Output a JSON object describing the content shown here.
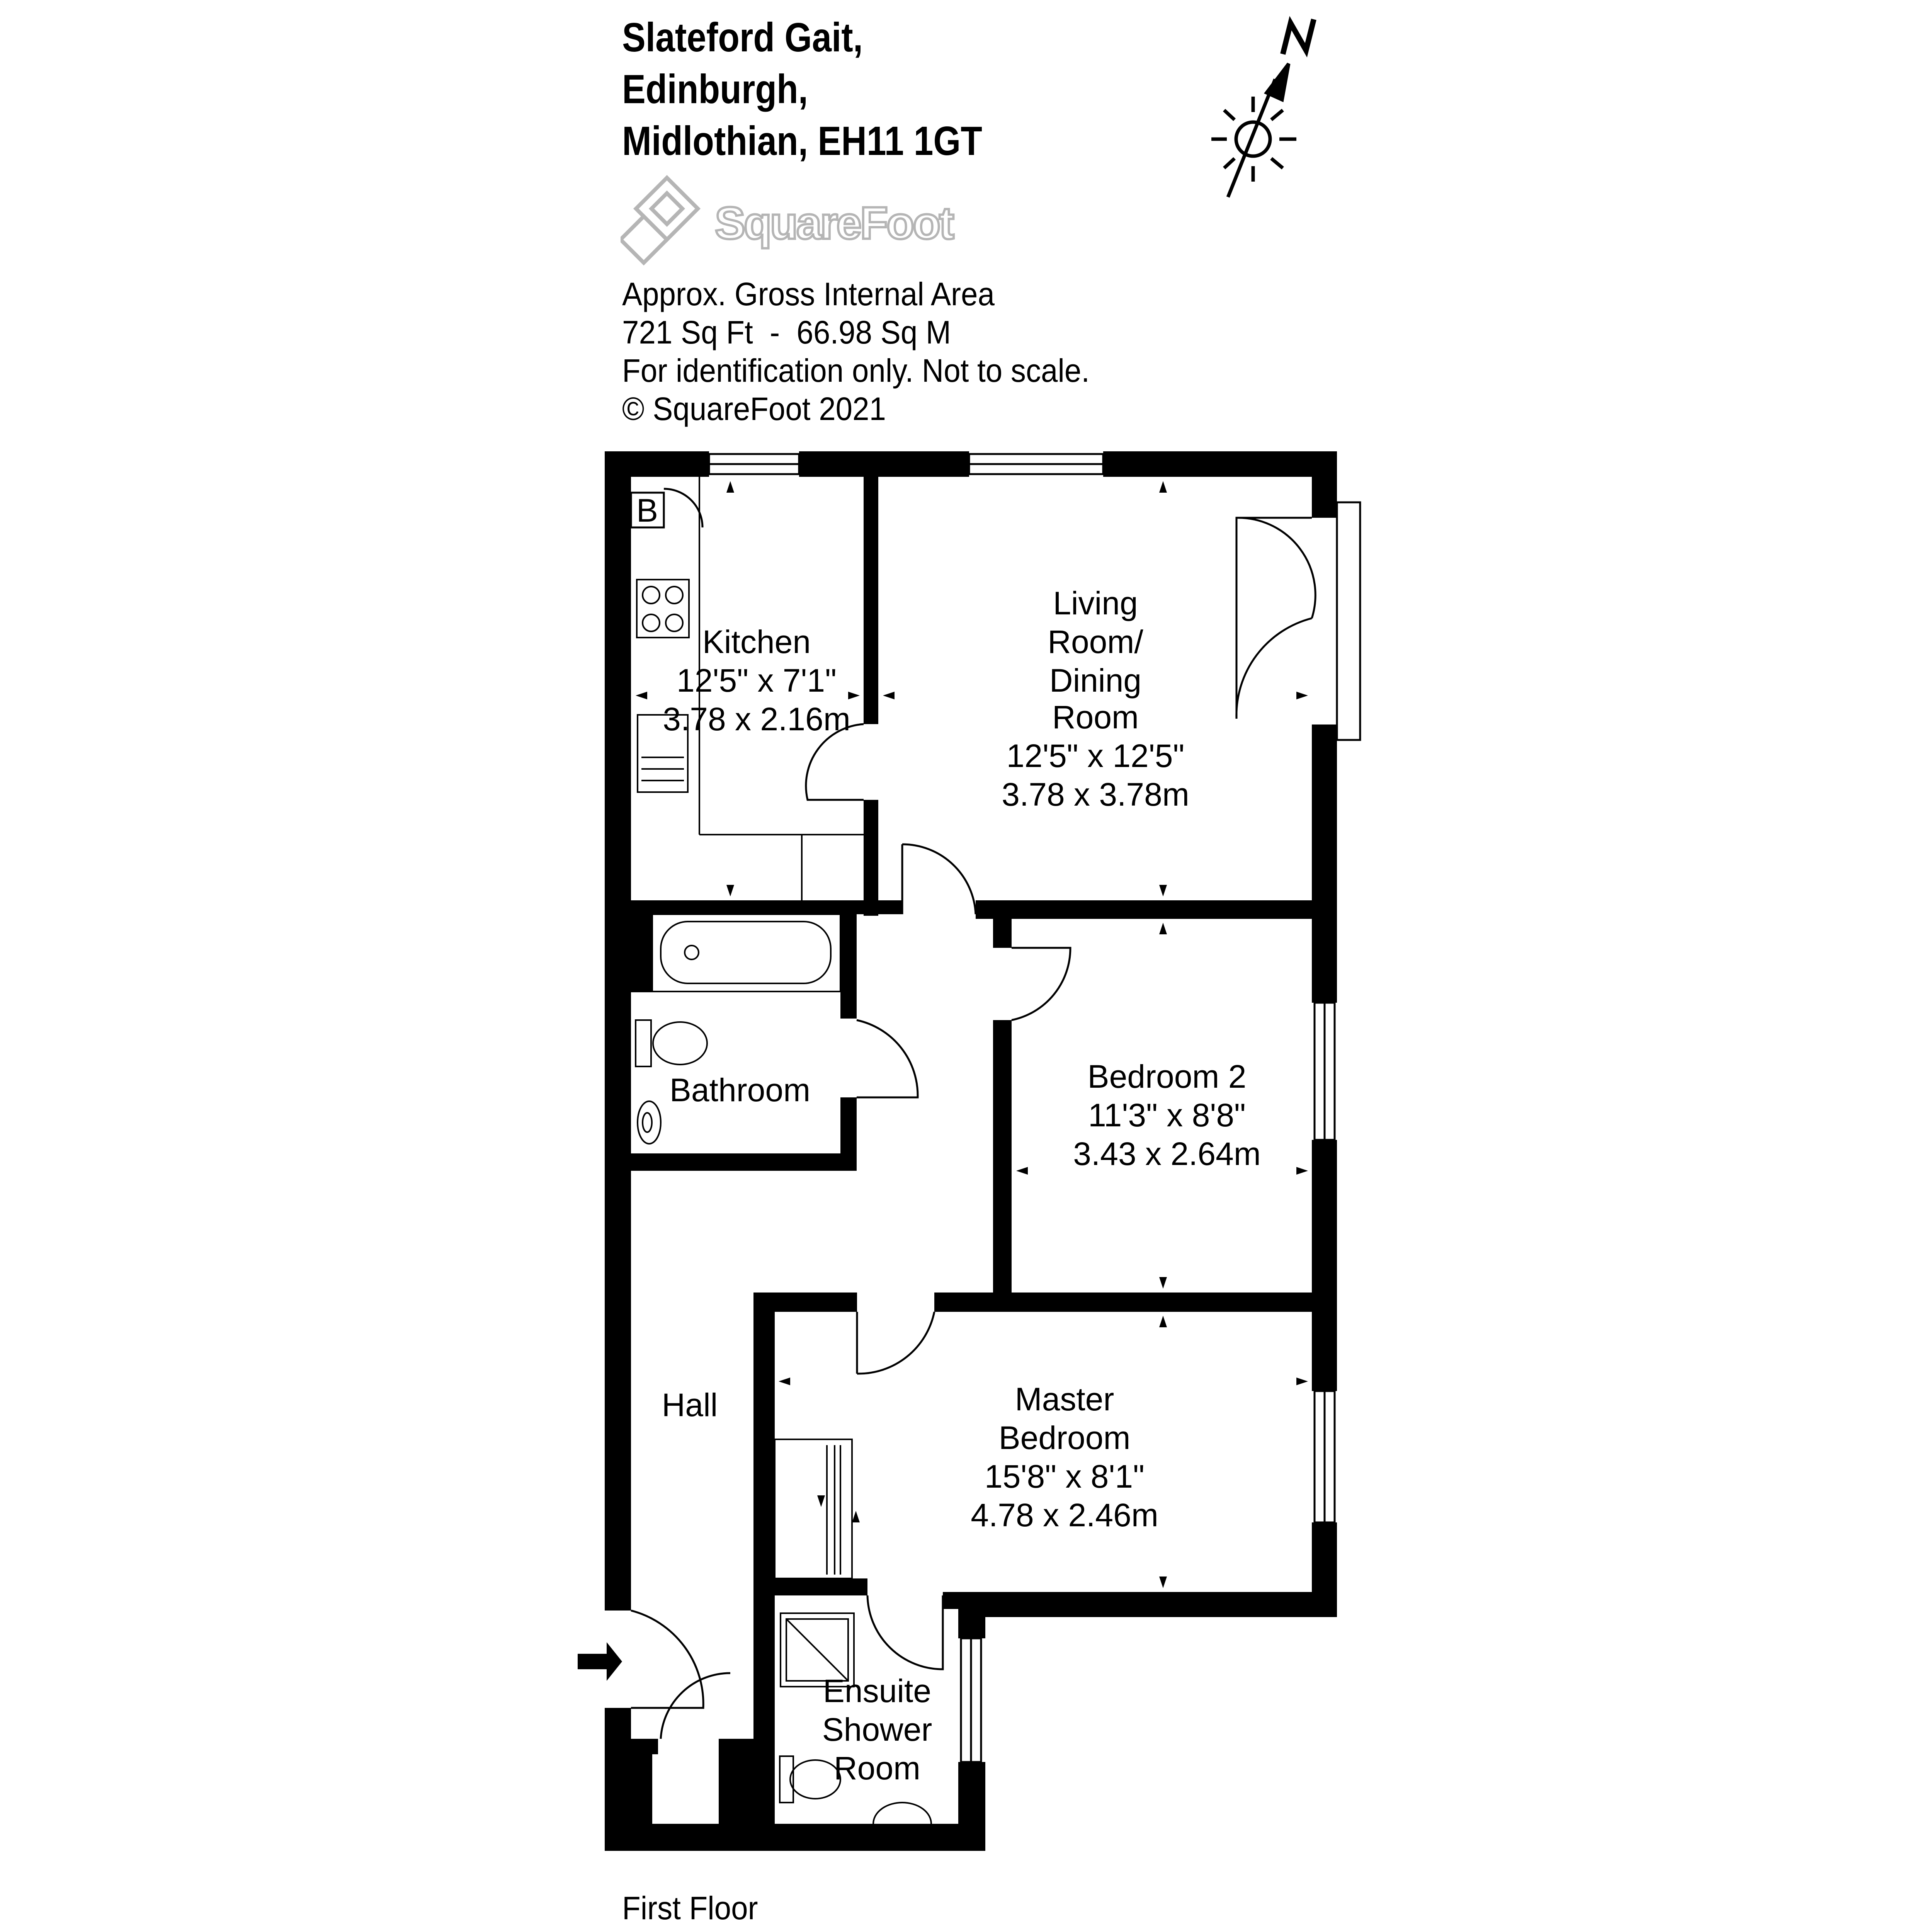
{
  "address": {
    "line1": "Slateford Gait,",
    "line2": "Edinburgh,",
    "line3": "Midlothian, EH11 1GT"
  },
  "brand": {
    "name": "SquareFoot"
  },
  "info": {
    "line1": "Approx. Gross Internal Area",
    "line2": "721 Sq Ft  -  66.98 Sq M",
    "line3": "For identification only. Not to scale.",
    "line4": "© SquareFoot 2021"
  },
  "compass": {
    "letter": "N"
  },
  "floor_label": "First Floor",
  "boiler_label": "B",
  "rooms": {
    "kitchen": {
      "name": "Kitchen",
      "imperial": "12'5\" x 7'1\"",
      "metric": "3.78 x 2.16m"
    },
    "living": {
      "name1": "Living",
      "name2": "Room/",
      "name3": "Dining",
      "name4": "Room",
      "imperial": "12'5\" x 12'5\"",
      "metric": "3.78 x 3.78m"
    },
    "bathroom": {
      "name": "Bathroom"
    },
    "bedroom2": {
      "name": "Bedroom 2",
      "imperial": "11'3\" x 8'8\"",
      "metric": "3.43 x 2.64m"
    },
    "hall": {
      "name": "Hall"
    },
    "master": {
      "name1": "Master",
      "name2": "Bedroom",
      "imperial": "15'8\" x 8'1\"",
      "metric": "4.78 x 2.46m"
    },
    "ensuite": {
      "name1": "Ensuite",
      "name2": "Shower",
      "name3": "Room"
    }
  },
  "colors": {
    "wall": "#000000",
    "logo_grey": "#b5b5b5",
    "background": "#ffffff"
  }
}
